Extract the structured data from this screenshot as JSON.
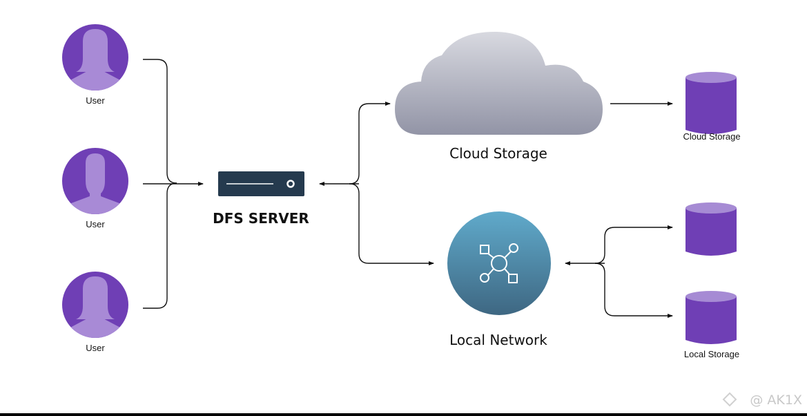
{
  "users": [
    {
      "label": "User",
      "icon": "female-user-icon"
    },
    {
      "label": "User",
      "icon": "male-user-icon"
    },
    {
      "label": "User",
      "icon": "female-user-icon"
    }
  ],
  "server": {
    "label": "DFS SERVER",
    "icon": "server-icon"
  },
  "cloud": {
    "label": "Cloud Storage",
    "icon": "cloud-icon"
  },
  "local_network": {
    "label": "Local Network",
    "icon": "network-hub-icon"
  },
  "storage": [
    {
      "label": "Cloud Storage"
    },
    {
      "label": ""
    },
    {
      "label": "Local Storage"
    }
  ],
  "watermark": "@ AK1X",
  "colors": {
    "user_purple": "#6f3fb5",
    "user_silhouette": "#a88ad6",
    "server": "#253a4e",
    "cylinder": "#6f3fb5",
    "cylinder_top": "#a68bd4",
    "network_top": "#5fa9c9",
    "network_bottom": "#3f6a84",
    "cloud_top": "#d6d7de",
    "cloud_bottom": "#9496a8"
  }
}
